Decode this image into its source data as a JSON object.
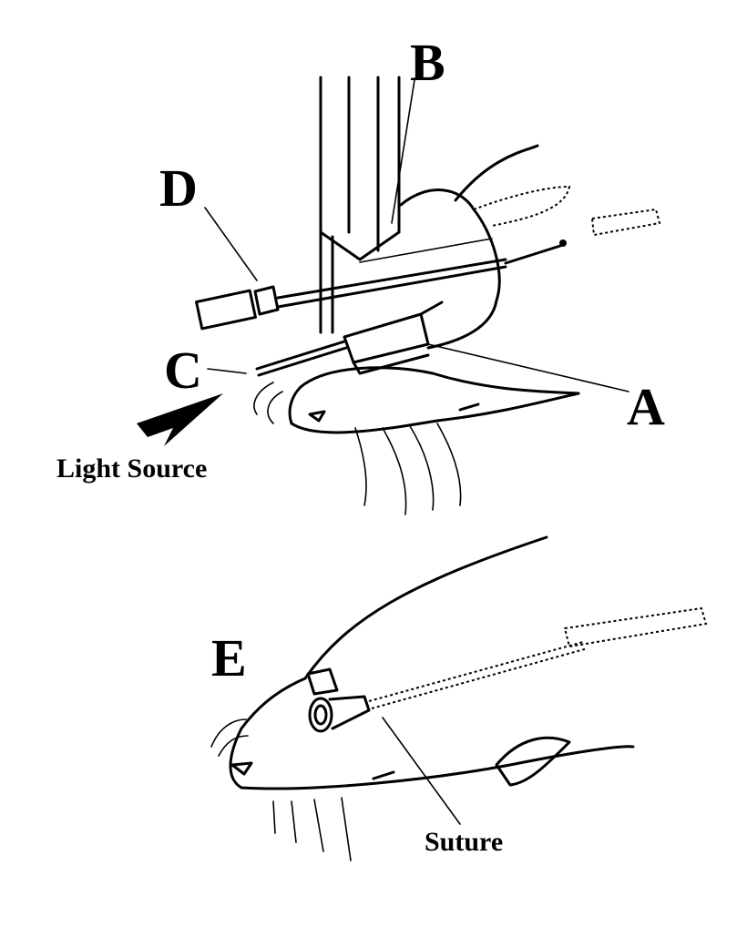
{
  "labels": {
    "a": "A",
    "b": "B",
    "c": "C",
    "d": "D",
    "e": "E",
    "light_source": "Light  Source",
    "suture": "Suture"
  },
  "colors": {
    "ink": "#000000",
    "paper": "#ffffff"
  }
}
